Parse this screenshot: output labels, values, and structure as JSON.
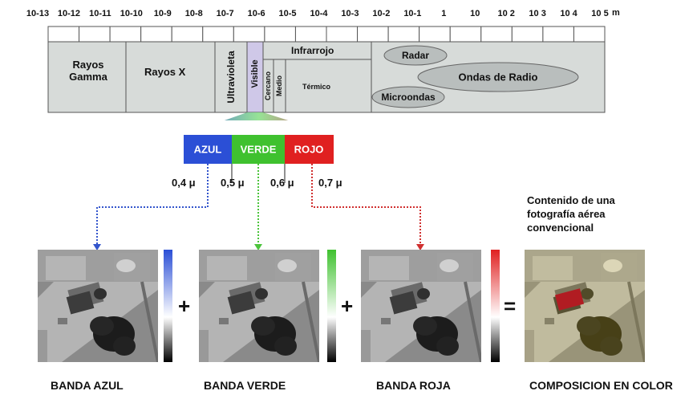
{
  "wavelength_scale": {
    "ticks": [
      "10-13",
      "10-12",
      "10-11",
      "10-10",
      "10-9",
      "10-8",
      "10-7",
      "10-6",
      "10-5",
      "10-4",
      "10-3",
      "10-2",
      "10-1",
      "1",
      "10",
      "10 2",
      "10 3",
      "10 4",
      "10 5"
    ],
    "unit": "m"
  },
  "spectrum_regions": {
    "gamma": "Rayos Gamma",
    "xray": "Rayos X",
    "ultraviolet": "Ultravioleta",
    "visible": "Visible",
    "infrared": "Infrarrojo",
    "near": "Cercano",
    "medium": "Medio",
    "thermal": "Térmico",
    "radar": "Radar",
    "radio": "Ondas de Radio",
    "microwave": "Microondas"
  },
  "visible_bands": {
    "blue": "AZUL",
    "green": "VERDE",
    "red": "ROJO",
    "colors": {
      "blue": "#2b4fd6",
      "green": "#3fc12f",
      "red": "#e02020"
    }
  },
  "band_edges": [
    "0,4 μ",
    "0,5 μ",
    "0,6 μ",
    "0,7 μ"
  ],
  "photo_note": "Contenido de una fotografía aérea convencional",
  "operators": {
    "plus": "+",
    "equals": "="
  },
  "captions": {
    "blue": "BANDA AZUL",
    "green": "BANDA VERDE",
    "red": "BANDA ROJA",
    "composite": "COMPOSICION EN  COLOR"
  }
}
